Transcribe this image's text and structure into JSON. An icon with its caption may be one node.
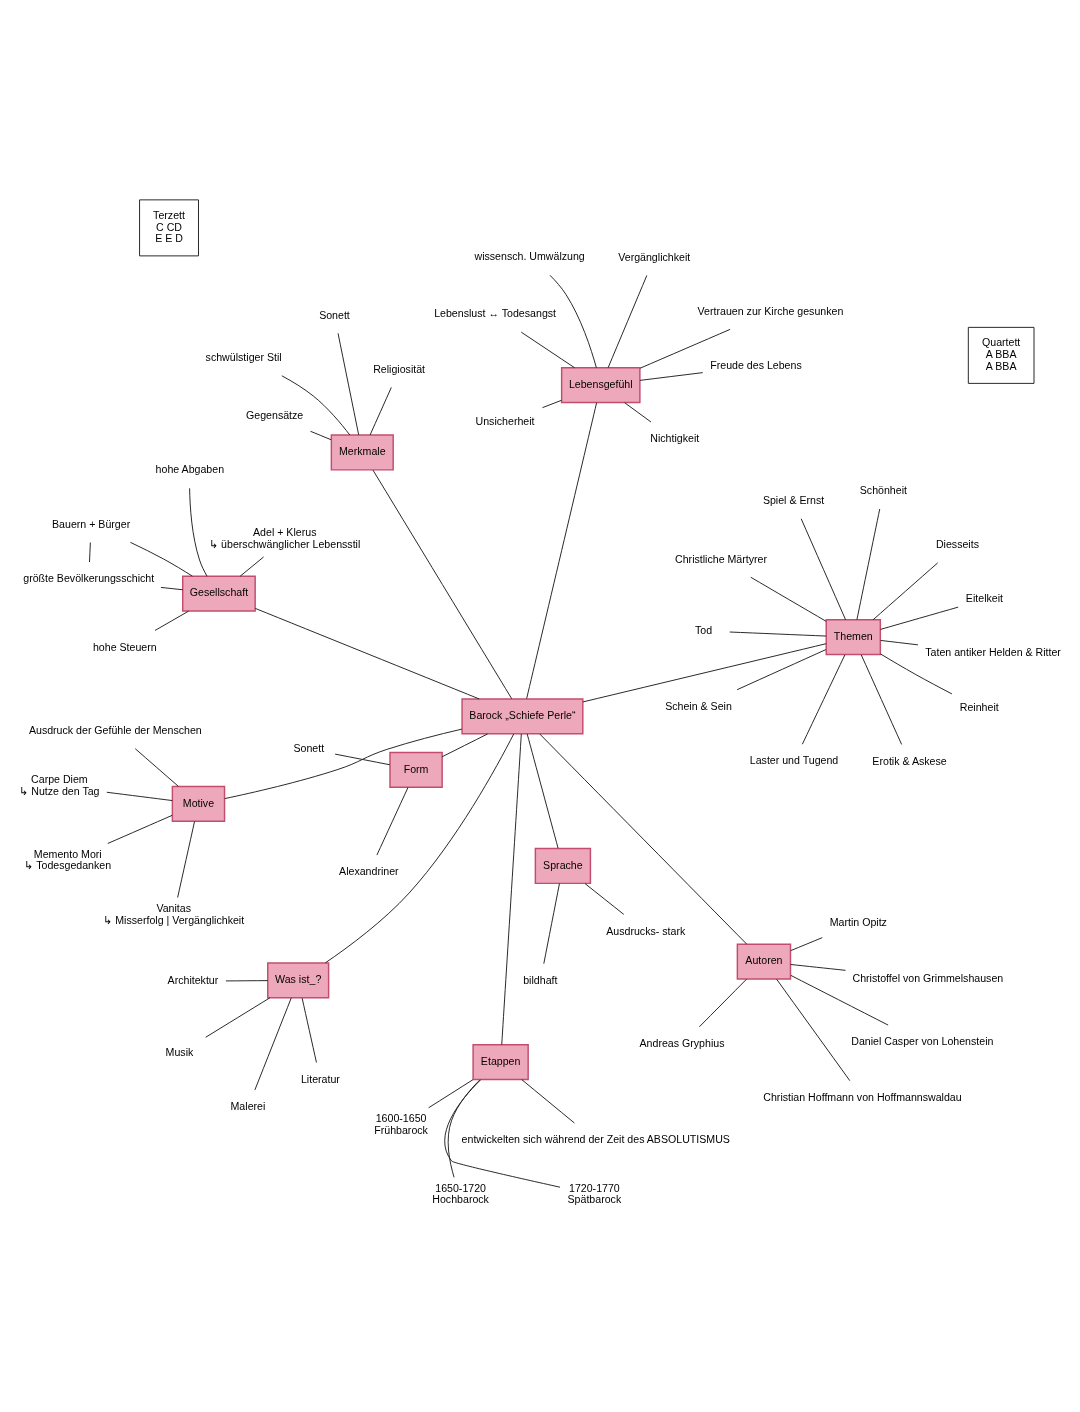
{
  "diagram": {
    "nodes": [
      {
        "text": [
          "Barock „Schiefe Perle“"
        ]
      },
      {
        "text": [
          "Form"
        ]
      },
      {
        "text": [
          "Alexandriner"
        ]
      },
      {
        "text": [
          "Sonett"
        ]
      },
      {
        "text": [
          "Was ist_?"
        ]
      },
      {
        "text": [
          "Architektur"
        ]
      },
      {
        "text": [
          "Musik"
        ]
      },
      {
        "text": [
          "Literatur"
        ]
      },
      {
        "text": [
          "Malerei"
        ]
      },
      {
        "text": [
          "Etappen"
        ]
      },
      {
        "text": [
          "1650-1720",
          "Hochbarock"
        ]
      },
      {
        "text": [
          "1600-1650",
          "Frühbarock"
        ]
      },
      {
        "text": [
          "1720-1770",
          "Spätbarock"
        ]
      },
      {
        "text": [
          "entwickelten sich während der Zeit des ABSOLUTISMUS"
        ]
      },
      {
        "text": [
          "Sprache"
        ]
      },
      {
        "text": [
          "bildhaft"
        ]
      },
      {
        "text": [
          "Ausdrucks- stark"
        ]
      },
      {
        "text": [
          "Motive"
        ]
      },
      {
        "text": [
          "Ausdruck der Gefühle der Menschen"
        ]
      },
      {
        "text": [
          "Carpe Diem",
          "↳ Nutze den Tag"
        ]
      },
      {
        "text": [
          "Vanitas",
          "↳ Misserfolg | Vergänglichkeit"
        ]
      },
      {
        "text": [
          "Memento Mori",
          "↳ Todesgedanken"
        ]
      },
      {
        "text": [
          "Themen"
        ]
      },
      {
        "text": [
          "Diesseits"
        ]
      },
      {
        "text": [
          "Spiel & Ernst"
        ]
      },
      {
        "text": [
          "Erotik & Askese"
        ]
      },
      {
        "text": [
          "Eitelkeit"
        ]
      },
      {
        "text": [
          "Tod"
        ]
      },
      {
        "text": [
          "Laster und Tugend"
        ]
      },
      {
        "text": [
          "Taten antiker Helden & Ritter"
        ]
      },
      {
        "text": [
          "Schönheit"
        ]
      },
      {
        "text": [
          "Reinheit"
        ]
      },
      {
        "text": [
          "Schein & Sein"
        ]
      },
      {
        "text": [
          "Christliche Märtyrer"
        ]
      },
      {
        "text": [
          "Merkmale"
        ]
      },
      {
        "text": [
          "Religiosität"
        ]
      },
      {
        "text": [
          "schwülstiger Stil"
        ]
      },
      {
        "text": [
          "Sonett"
        ]
      },
      {
        "text": [
          "Gegensätze"
        ]
      },
      {
        "text": [
          "Gesellschaft"
        ]
      },
      {
        "text": [
          "Bauern + Bürger"
        ]
      },
      {
        "text": [
          "größte Bevölkerungsschicht"
        ]
      },
      {
        "text": [
          "hohe Steuern"
        ]
      },
      {
        "text": [
          "hohe Abgaben"
        ]
      },
      {
        "text": [
          "Adel + Klerus",
          "↳ überschwänglicher Lebensstil"
        ]
      },
      {
        "text": [
          "Autoren"
        ]
      },
      {
        "text": [
          "Daniel Casper von Lohenstein"
        ]
      },
      {
        "text": [
          "Christian Hoffmann von Hoffmannswaldau"
        ]
      },
      {
        "text": [
          "Martin Opitz"
        ]
      },
      {
        "text": [
          "Christoffel von Grimmelshausen"
        ]
      },
      {
        "text": [
          "Andreas Gryphius"
        ]
      },
      {
        "text": [
          "Lebensgefühl"
        ]
      },
      {
        "text": [
          "Vergänglichkeit"
        ]
      },
      {
        "text": [
          "wissensch. Umwälzung"
        ]
      },
      {
        "text": [
          "Vertrauen zur Kirche gesunken"
        ]
      },
      {
        "text": [
          "Nichtigkeit"
        ]
      },
      {
        "text": [
          "Unsicherheit"
        ]
      },
      {
        "text": [
          "Lebenslust ↔ Todesangst"
        ]
      },
      {
        "text": [
          "Freude des Lebens"
        ]
      },
      {
        "text": [
          "Quartett",
          "A BBA",
          "A BBA"
        ]
      },
      {
        "text": [
          "Terzett",
          "C CD",
          "E E D"
        ]
      }
    ],
    "edges": [
      {
        "from": 0,
        "to": 1,
        "arrow": "none"
      },
      {
        "from": 1,
        "to": 2,
        "arrow": "none"
      },
      {
        "from": 1,
        "to": 3,
        "arrow": "none"
      },
      {
        "from": 0,
        "to": 4,
        "arrow": "none"
      },
      {
        "from": 4,
        "to": 5,
        "arrow": "none"
      },
      {
        "from": 4,
        "to": 6,
        "arrow": "none"
      },
      {
        "from": 4,
        "to": 7,
        "arrow": "none"
      },
      {
        "from": 4,
        "to": 8,
        "arrow": "none"
      },
      {
        "from": 0,
        "to": 9,
        "arrow": "none"
      },
      {
        "from": 9,
        "to": 10,
        "arrow": "none"
      },
      {
        "from": 9,
        "to": 11,
        "arrow": "none"
      },
      {
        "from": 9,
        "to": 12,
        "arrow": "none"
      },
      {
        "from": 9,
        "to": 13,
        "arrow": "none"
      },
      {
        "from": 0,
        "to": 14,
        "arrow": "none"
      },
      {
        "from": 14,
        "to": 15,
        "arrow": "none"
      },
      {
        "from": 14,
        "to": 16,
        "arrow": "none"
      },
      {
        "from": 0,
        "to": 17,
        "arrow": "none"
      },
      {
        "from": 17,
        "to": 18,
        "arrow": "none"
      },
      {
        "from": 17,
        "to": 19,
        "arrow": "none"
      },
      {
        "from": 17,
        "to": 20,
        "arrow": "none"
      },
      {
        "from": 17,
        "to": 21,
        "arrow": "none"
      },
      {
        "from": 0,
        "to": 22,
        "arrow": "none"
      },
      {
        "from": 22,
        "to": 23,
        "arrow": "none"
      },
      {
        "from": 22,
        "to": 24,
        "arrow": "none"
      },
      {
        "from": 22,
        "to": 25,
        "arrow": "none"
      },
      {
        "from": 22,
        "to": 26,
        "arrow": "none"
      },
      {
        "from": 22,
        "to": 27,
        "arrow": "none"
      },
      {
        "from": 22,
        "to": 28,
        "arrow": "none"
      },
      {
        "from": 22,
        "to": 29,
        "arrow": "none"
      },
      {
        "from": 22,
        "to": 30,
        "arrow": "none"
      },
      {
        "from": 22,
        "to": 31,
        "arrow": "none"
      },
      {
        "from": 22,
        "to": 32,
        "arrow": "none"
      },
      {
        "from": 22,
        "to": 33,
        "arrow": "none"
      },
      {
        "from": 0,
        "to": 34,
        "arrow": "none"
      },
      {
        "from": 34,
        "to": 35,
        "arrow": "none"
      },
      {
        "from": 34,
        "to": 36,
        "arrow": "none"
      },
      {
        "from": 34,
        "to": 37,
        "arrow": "none"
      },
      {
        "from": 34,
        "to": 38,
        "arrow": "none"
      },
      {
        "from": 0,
        "to": 39,
        "arrow": "none"
      },
      {
        "from": 39,
        "to": 40,
        "arrow": "none"
      },
      {
        "from": 40,
        "to": 41,
        "arrow": "none"
      },
      {
        "from": 39,
        "to": 41,
        "arrow": "none"
      },
      {
        "from": 39,
        "to": 42,
        "arrow": "none"
      },
      {
        "from": 39,
        "to": 43,
        "arrow": "none"
      },
      {
        "from": 39,
        "to": 44,
        "arrow": "none"
      },
      {
        "from": 0,
        "to": 45,
        "arrow": "none"
      },
      {
        "from": 45,
        "to": 46,
        "arrow": "none"
      },
      {
        "from": 45,
        "to": 47,
        "arrow": "none"
      },
      {
        "from": 45,
        "to": 48,
        "arrow": "none"
      },
      {
        "from": 45,
        "to": 49,
        "arrow": "none"
      },
      {
        "from": 45,
        "to": 50,
        "arrow": "none"
      },
      {
        "from": 0,
        "to": 51,
        "arrow": "none"
      },
      {
        "from": 51,
        "to": 52,
        "arrow": "none"
      },
      {
        "from": 51,
        "to": 53,
        "arrow": "none"
      },
      {
        "from": 51,
        "to": 54,
        "arrow": "none"
      },
      {
        "from": 51,
        "to": 55,
        "arrow": "none"
      },
      {
        "from": 51,
        "to": 56,
        "arrow": "none"
      },
      {
        "from": 51,
        "to": 57,
        "arrow": "none"
      },
      {
        "from": 51,
        "to": 58,
        "arrow": "none"
      }
    ]
  }
}
